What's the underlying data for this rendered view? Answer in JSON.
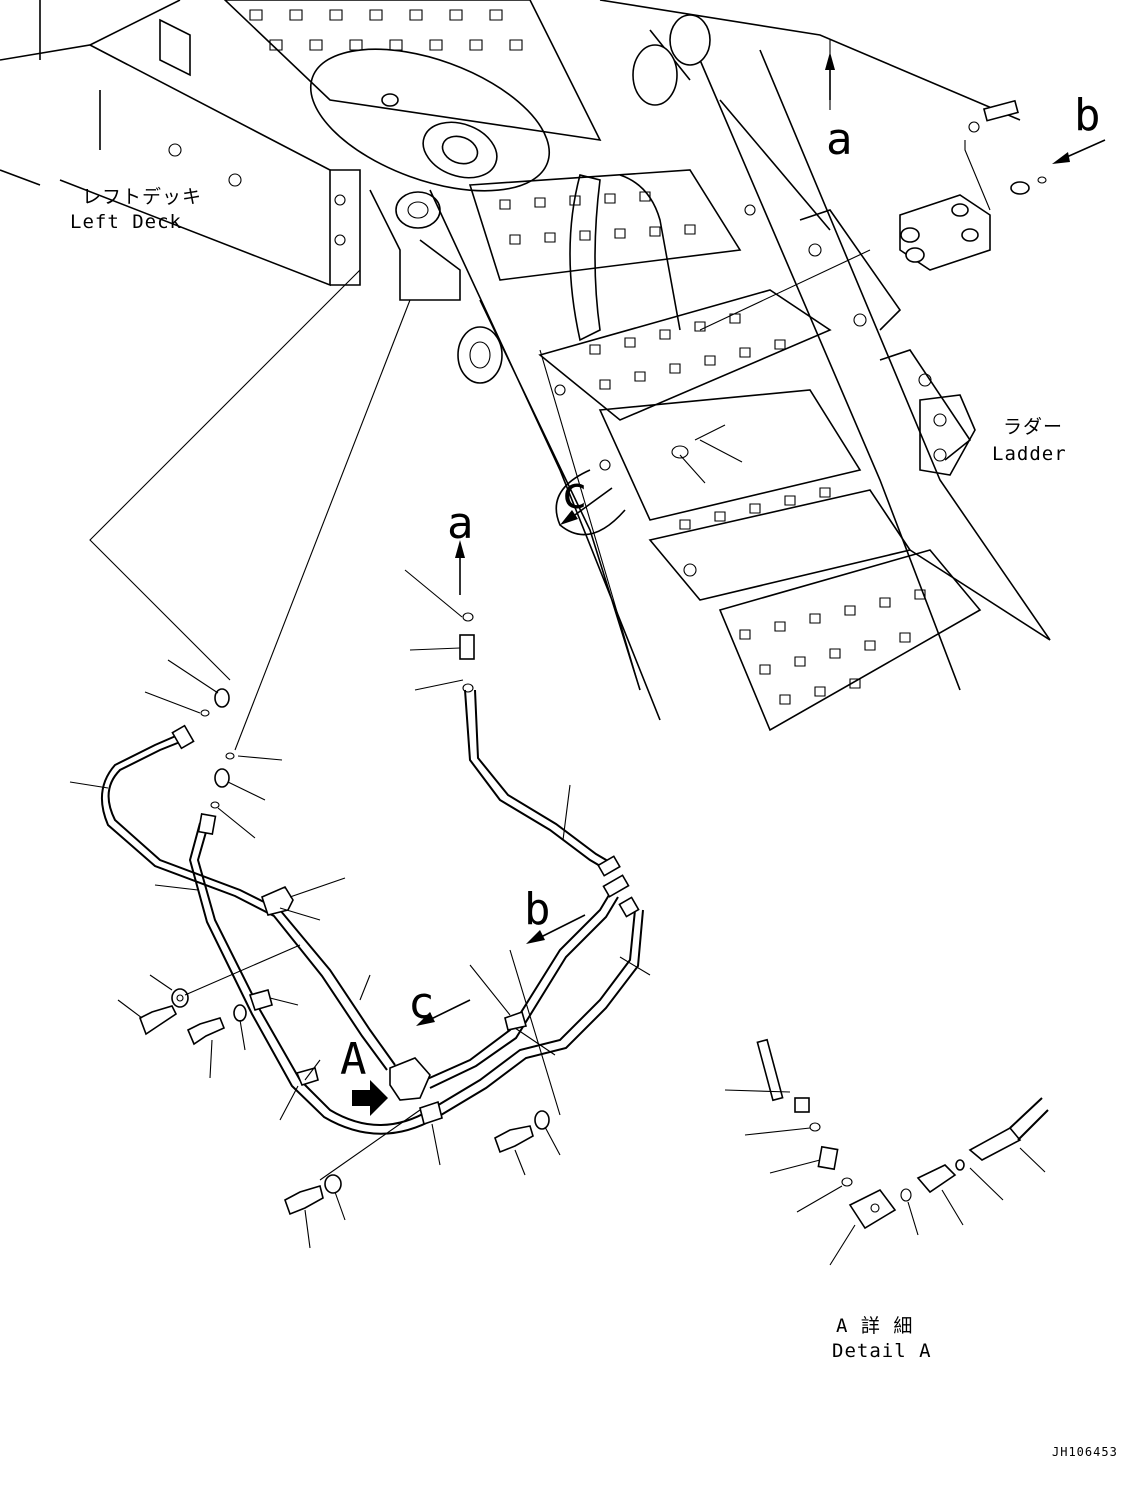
{
  "labels": {
    "left_deck_jp": "レフトデッキ",
    "left_deck_en": "Left Deck",
    "ladder_jp": "ラダー",
    "ladder_en": "Ladder",
    "detail_jp": "A 詳 細",
    "detail_en": "Detail A",
    "drawing_number": "JH106453"
  },
  "callouts": {
    "a_top": "a",
    "a_mid": "a",
    "b_top": "b",
    "b_mid": "b",
    "c_top": "c",
    "c_mid": "c",
    "A_view": "A"
  }
}
